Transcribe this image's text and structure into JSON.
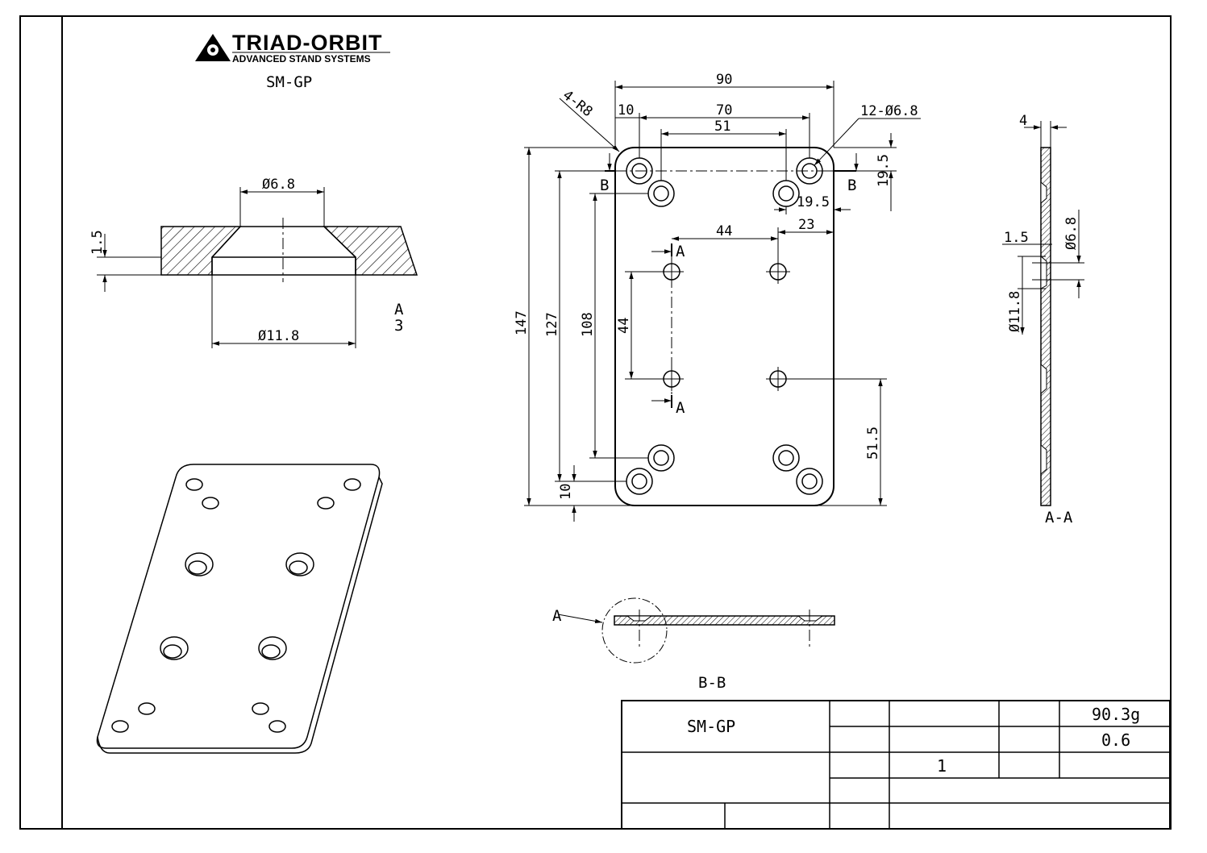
{
  "logo": {
    "brand": "TRIAD-ORBIT",
    "tagline": "ADVANCED STAND SYSTEMS",
    "part_code": "SM-GP"
  },
  "detail_a": {
    "top_diameter": "Ø6.8",
    "bottom_diameter": "Ø11.8",
    "depth": "1.5",
    "label": "A",
    "scale": "3"
  },
  "main_view": {
    "width": "90",
    "hole_spacing": "70",
    "inner_spacing": "51",
    "edge_offset": "10",
    "corner_radius": "4-R8",
    "hole_callout": "12-Ø6.8",
    "right_offset_v": "19.5",
    "right_offset_h": "19.5",
    "section_b_left": "B",
    "section_b_right": "B",
    "dim_44_h": "44",
    "dim_23": "23",
    "section_a_top": "A",
    "section_a_bottom": "A",
    "dim_44_v": "44",
    "height": "147",
    "dim_127": "127",
    "dim_108": "108",
    "dim_10_bottom": "10",
    "dim_51_5": "51.5"
  },
  "section_aa": {
    "thickness": "4",
    "depth": "1.5",
    "small_diameter": "Ø6.8",
    "large_diameter": "Ø11.8",
    "label": "A-A"
  },
  "section_bb": {
    "callout": "A",
    "label": "B-B"
  },
  "title_block": {
    "part_name": "SM-GP",
    "weight": "90.3g",
    "thickness": "0.6",
    "sheet": "1"
  }
}
